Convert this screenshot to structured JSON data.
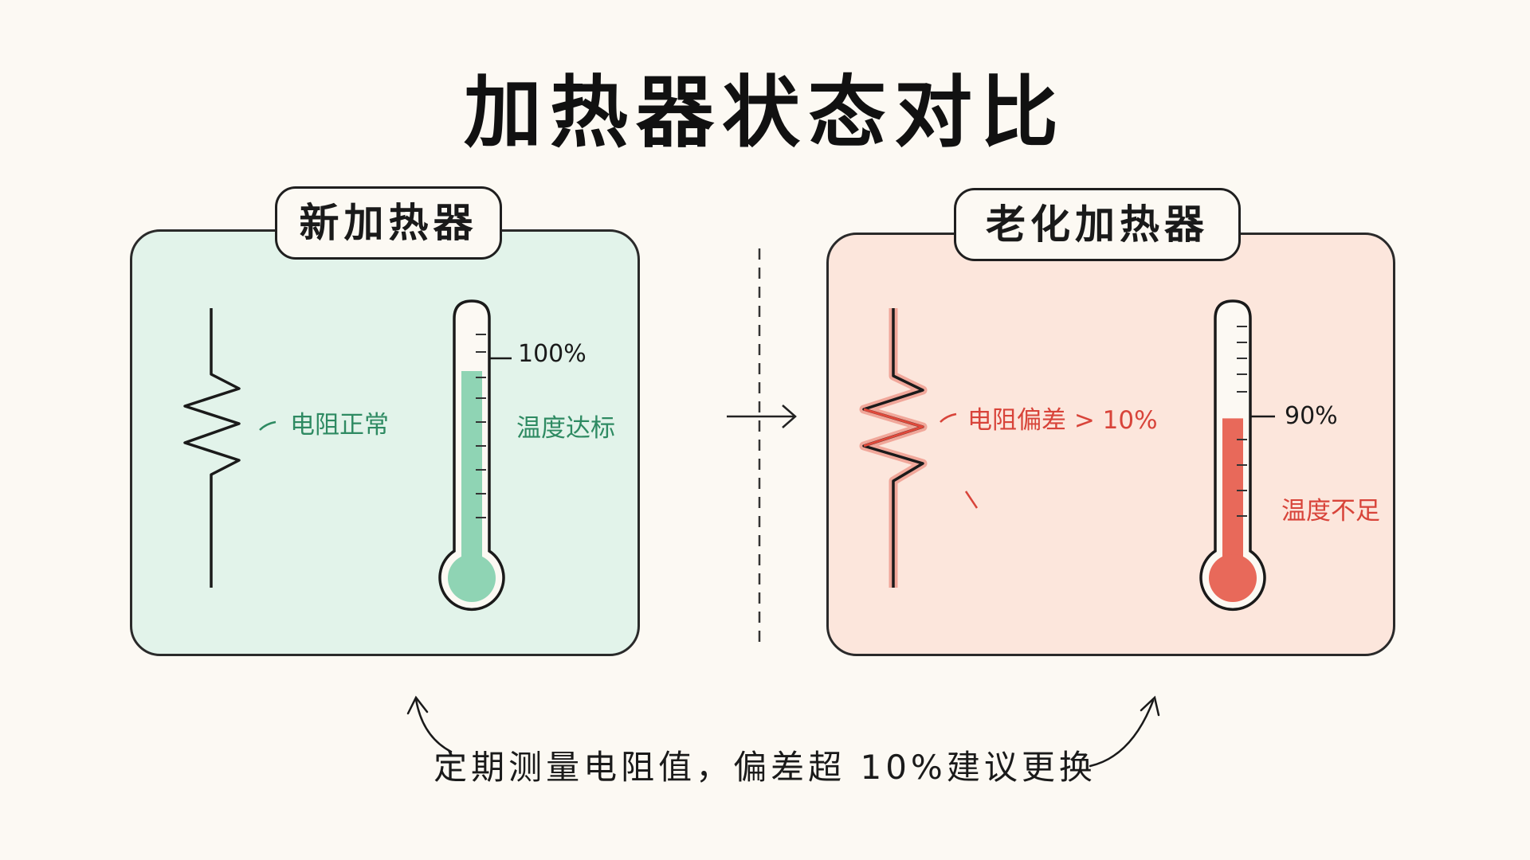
{
  "title": "加热器状态对比",
  "new_heater": {
    "tag": "新加热器",
    "resistor_label": "电阻正常",
    "temp_percent_label": "100%",
    "temp_status": "温度达标",
    "temp_level": 0.8,
    "fill_color": "#8fd4b4"
  },
  "old_heater": {
    "tag": "老化加热器",
    "resistor_label": "电阻偏差 > 10%",
    "temp_percent_label": "90%",
    "temp_status": "温度不足",
    "temp_level": 0.62,
    "fill_color": "#e8695a"
  },
  "footer_note": "定期测量电阻值，偏差超 10%建议更换",
  "colors": {
    "green_text": "#2e8a62",
    "red_text": "#d8443a",
    "background": "#fcf9f3"
  }
}
